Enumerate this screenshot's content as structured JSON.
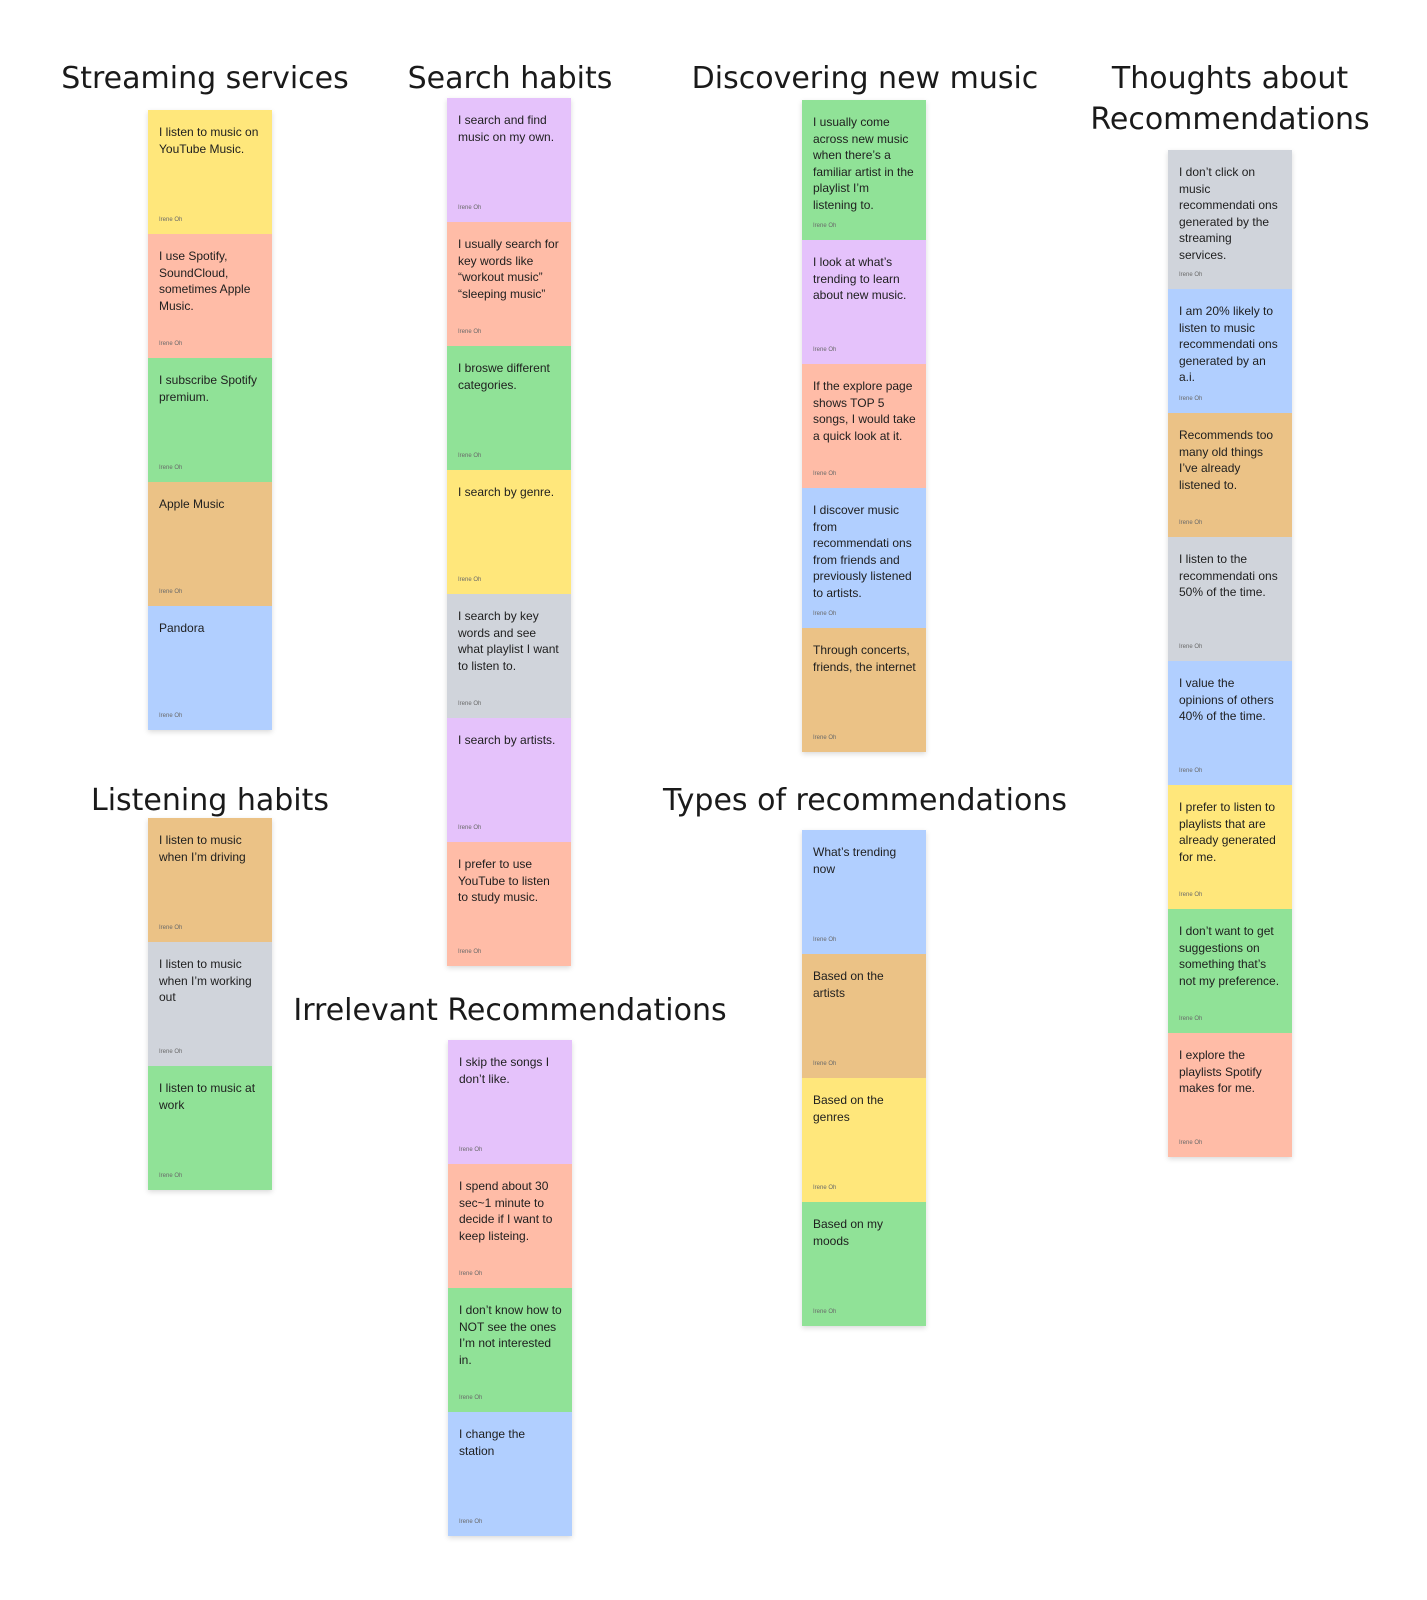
{
  "groups": [
    {
      "title": "Streaming services",
      "notes": [
        {
          "text": "I listen to music on YouTube Music.",
          "author": "Irene Oh",
          "color": "#ffe77b"
        },
        {
          "text": "I use Spotify, SoundCloud, sometimes Apple Music.",
          "author": "Irene Oh",
          "color": "#ffbca7"
        },
        {
          "text": "I subscribe Spotify premium.",
          "author": "Irene Oh",
          "color": "#90e297"
        },
        {
          "text": "Apple Music",
          "author": "Irene Oh",
          "color": "#ebc286"
        },
        {
          "text": "Pandora",
          "author": "Irene Oh",
          "color": "#b1cfff"
        }
      ]
    },
    {
      "title": "Listening habits",
      "notes": [
        {
          "text": "I listen to music when I’m driving",
          "author": "Irene Oh",
          "color": "#ebc286"
        },
        {
          "text": "I listen to music when I’m working out",
          "author": "Irene Oh",
          "color": "#d0d4db"
        },
        {
          "text": "I listen to music at work",
          "author": "Irene Oh",
          "color": "#90e297"
        }
      ]
    },
    {
      "title": "Search habits",
      "notes": [
        {
          "text": "I search and find music on my own.",
          "author": "Irene Oh",
          "color": "#e5c2fb"
        },
        {
          "text": "I usually search for key words like “workout music” “sleeping music”",
          "author": "Irene Oh",
          "color": "#ffbca7"
        },
        {
          "text": "I broswe different categories.",
          "author": "Irene Oh",
          "color": "#90e297"
        },
        {
          "text": "I search by genre.",
          "author": "Irene Oh",
          "color": "#ffe77b"
        },
        {
          "text": "I search by key words and see what playlist I want to listen to.",
          "author": "Irene Oh",
          "color": "#d0d4db"
        },
        {
          "text": "I search by artists.",
          "author": "Irene Oh",
          "color": "#e5c2fb"
        },
        {
          "text": "I prefer to use YouTube to listen to study music.",
          "author": "Irene Oh",
          "color": "#ffbca7"
        }
      ]
    },
    {
      "title": "Irrelevant Recommendations",
      "notes": [
        {
          "text": "I skip the songs I don’t like.",
          "author": "Irene Oh",
          "color": "#e5c2fb"
        },
        {
          "text": "I spend about 30 sec~1 minute to decide if I want to keep listeing.",
          "author": "Irene Oh",
          "color": "#ffbca7"
        },
        {
          "text": "I don’t know how to NOT see the ones I’m not interested in.",
          "author": "Irene Oh",
          "color": "#90e297"
        },
        {
          "text": "I change the station",
          "author": "Irene Oh",
          "color": "#b1cfff"
        }
      ]
    },
    {
      "title": "Discovering new music",
      "notes": [
        {
          "text": "I usually come across new music when there’s a familiar artist in the playlist I’m listening to.",
          "author": "Irene Oh",
          "color": "#90e297"
        },
        {
          "text": "I look at what’s trending to learn about new music.",
          "author": "Irene Oh",
          "color": "#e5c2fb"
        },
        {
          "text": "If the explore page shows TOP 5 songs, I would take a quick look at it.",
          "author": "Irene Oh",
          "color": "#ffbca7"
        },
        {
          "text": "I discover music from recommendati ons from friends and previously listened to artists.",
          "author": "Irene Oh",
          "color": "#b1cfff"
        },
        {
          "text": "Through concerts, friends, the internet",
          "author": "Irene Oh",
          "color": "#ebc286"
        }
      ]
    },
    {
      "title": "Types of recommendations",
      "notes": [
        {
          "text": "What’s trending now",
          "author": "Irene Oh",
          "color": "#b1cfff"
        },
        {
          "text": "Based on the artists",
          "author": "Irene Oh",
          "color": "#ebc286"
        },
        {
          "text": "Based on the genres",
          "author": "Irene Oh",
          "color": "#ffe77b"
        },
        {
          "text": "Based on my moods",
          "author": "Irene Oh",
          "color": "#90e297"
        }
      ]
    },
    {
      "title": "Thoughts about\nRecommendations",
      "notes": [
        {
          "text": "I don’t click on music recommendati ons generated by the streaming services.",
          "author": "Irene Oh",
          "color": "#d0d4db"
        },
        {
          "text": "I am 20% likely to listen to music recommendati ons generated by an a.i.",
          "author": "Irene Oh",
          "color": "#b1cfff"
        },
        {
          "text": "Recommends too many old things I’ve already listened to.",
          "author": "Irene Oh",
          "color": "#ebc286"
        },
        {
          "text": "I listen to the recommendati ons 50% of the time.",
          "author": "Irene Oh",
          "color": "#d0d4db"
        },
        {
          "text": "I value the opinions of others 40% of the time.",
          "author": "Irene Oh",
          "color": "#b1cfff"
        },
        {
          "text": "I prefer to listen to playlists that are already generated for me.",
          "author": "Irene Oh",
          "color": "#ffe77b"
        },
        {
          "text": "I don’t want to get suggestions on something that’s not my preference.",
          "author": "Irene Oh",
          "color": "#90e297"
        },
        {
          "text": "I explore the playlists Spotify makes for me.",
          "author": "Irene Oh",
          "color": "#ffbca7"
        }
      ]
    }
  ]
}
